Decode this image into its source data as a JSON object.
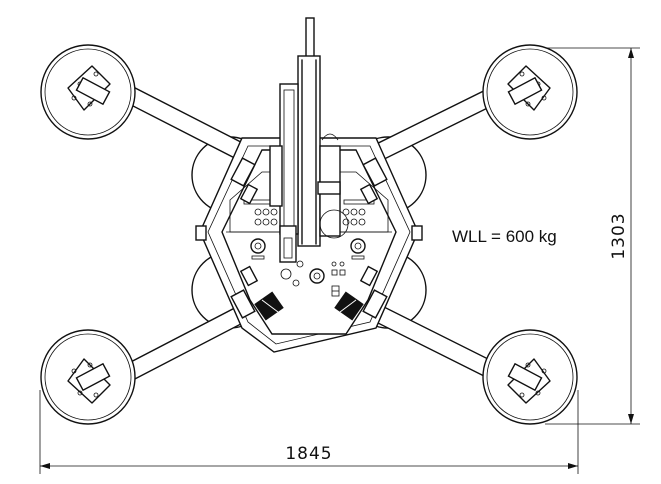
{
  "drawing": {
    "wll_label": "WLL = 600 kg",
    "width_dimension": "1845",
    "height_dimension": "1303"
  }
}
